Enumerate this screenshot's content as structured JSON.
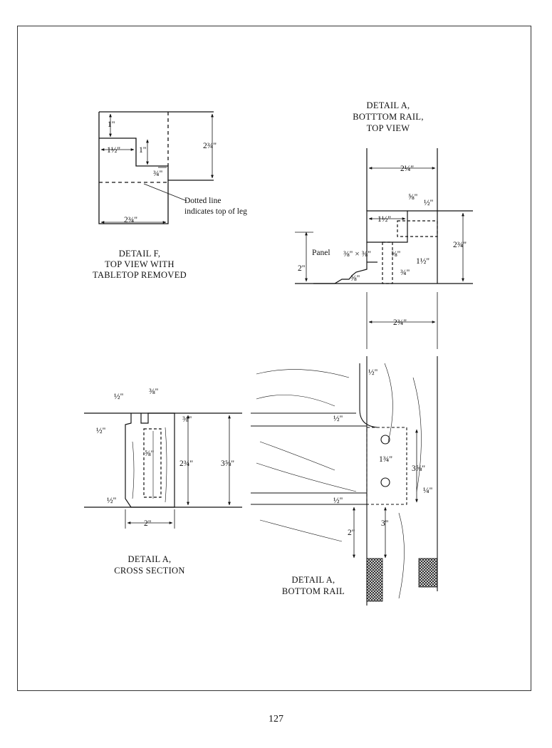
{
  "page_number": "127",
  "detail_f": {
    "caption_line1": "DETAIL F,",
    "caption_line2": "TOP VIEW WITH",
    "caption_line3": "TABLETOP REMOVED",
    "note_line1": "Dotted line",
    "note_line2": "indicates top of leg",
    "dims": {
      "top_notch": "1\"",
      "left_width": "1½\"",
      "notch_depth": "1\"",
      "inner": "¾\"",
      "height": "2¾\"",
      "width": "2¾\""
    }
  },
  "detail_a_top": {
    "caption_line1": "DETAIL A,",
    "caption_line2": "BOTTTOM RAIL,",
    "caption_line3": "TOP VIEW",
    "panel_label": "Panel",
    "dims": {
      "top_width": "2¼\"",
      "five_eighths_a": "⅝\"",
      "half": "½\"",
      "one_half": "1½\"",
      "three_by_three": "⅜\" × ⅜\"",
      "five_eighths_b": "⅝\"",
      "one_half_b": "1½\"",
      "three_quarter": "¾\"",
      "five_eighths_c": "⅝\"",
      "two": "2\"",
      "right_height": "2¾\"",
      "bottom_width": "2¾\""
    }
  },
  "detail_a_cross": {
    "caption_line1": "DETAIL A,",
    "caption_line2": "CROSS SECTION",
    "dims": {
      "half_top": "½\"",
      "three_eighths_top": "⅜\"",
      "half_left": "½\"",
      "three_eighths_right": "⅜\"",
      "five_eighths": "⅝\"",
      "two_three_quarter": "2¾\"",
      "three_five_eighths": "3⅝\"",
      "half_bottom": "½\"",
      "two": "2\""
    }
  },
  "detail_a_rail": {
    "caption_line1": "DETAIL A,",
    "caption_line2": "BOTTOM RAIL",
    "dims": {
      "half_top": "½\"",
      "half_mid": "½\"",
      "half_low": "½\"",
      "one_three_quarter": "1¾\"",
      "three_five_eighths": "3⅝\"",
      "quarter": "¼\"",
      "two": "2\"",
      "three": "3\""
    }
  }
}
